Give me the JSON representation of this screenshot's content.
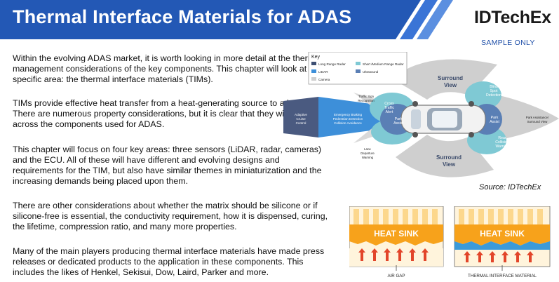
{
  "header": {
    "title": "Thermal Interface Materials for ADAS",
    "logo": "IDTechEx",
    "sample_label": "SAMPLE ONLY"
  },
  "body": {
    "paragraphs": [
      "Within the evolving ADAS market, it is worth looking in more detail at the thermal management considerations of the key components. This chapter will look at one specific area: the thermal interface materials (TIMs).",
      "TIMs provide effective heat transfer from a heat-generating source to a heat sink. There are numerous property considerations, but it is clear that they will play a role across the components used for ADAS.",
      "This chapter will focus on four key areas: three sensors (LiDAR, radar, cameras) and the ECU. All of these will have different and evolving designs and requirements for the TIM, but also have similar themes in miniaturization and the increasing demands being placed upon them.",
      "There are other considerations about whether the matrix should be silicone or if silicone-free is essential, the conductivity requirement, how it is dispensed, curing, the lifetime, compression ratio, and many more properties.",
      "Many of the main players producing thermal interface materials have made press releases or dedicated products to the application in these components. This includes the likes of Henkel, Sekisui, Dow, Laird, Parker and more."
    ]
  },
  "diagram": {
    "key_title": "Key",
    "key_items": [
      {
        "label": "Long Range Radar",
        "color": "#3d4f73"
      },
      {
        "label": "Short /Medium Range Radar",
        "color": "#7fc9d4"
      },
      {
        "label": "LIDAR",
        "color": "#3d8fd9"
      },
      {
        "label": "Ultrasound",
        "color": "#5a7fb5"
      },
      {
        "label": "Camera",
        "color": "#cfcfcf"
      }
    ],
    "zones": {
      "adaptive_cruise": [
        "Adaptive",
        "Cruise",
        "Control"
      ],
      "emergency_braking": [
        "Emergency Braking",
        "Pedestrian Detection",
        "Collision Avoidance"
      ],
      "traffic_sign": [
        "Traffic Sign",
        "Recognition"
      ],
      "cross_traffic_front": [
        "Cross",
        "Traffic",
        "Alert"
      ],
      "park_assist_front": [
        "Park",
        "Assist"
      ],
      "lane_departure": [
        "Lane",
        "Departure",
        "Warning"
      ],
      "surround_view_top": [
        "Surround",
        "View"
      ],
      "blind_spot": [
        "Blind",
        "Spot",
        "Detection"
      ],
      "park_assist_rear": [
        "Park",
        "Assist"
      ],
      "rear_collision": [
        "Rear",
        "Collision",
        "Warning"
      ],
      "park_assist_surround": [
        "Park Assistance/",
        "Surround View"
      ],
      "surround_view_bottom": [
        "Surround",
        "View"
      ]
    },
    "source": "Source: IDTechEx"
  },
  "heat_sink_diagrams": {
    "left_label": "HEAT SINK",
    "right_label": "HEAT SINK",
    "left_caption": "AIR GAP",
    "right_caption": "THERMAL INTERFACE MATERIAL"
  },
  "colors": {
    "banner": "#2358b5",
    "banner_accent": "#3a74d6",
    "heat_sink": "#f7a21b",
    "heat_sink_light": "#fcd78c",
    "arrow": "#e2452a",
    "tim": "#3b9ad9"
  }
}
